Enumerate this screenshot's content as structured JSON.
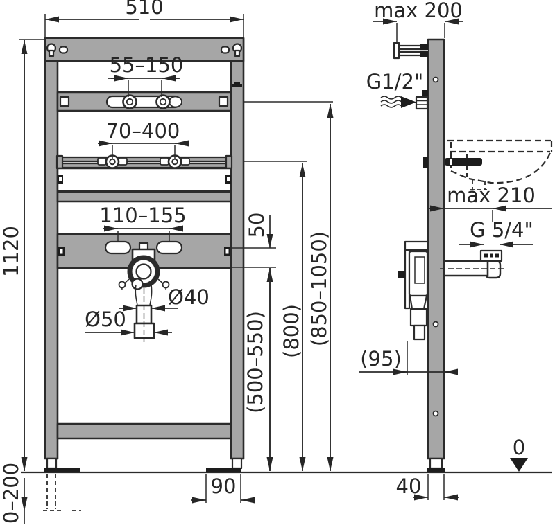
{
  "front_view": {
    "overall_width": "510",
    "faucet_fixing_range": "55–150",
    "mounting_rail_range": "70–400",
    "basin_fixing_range": "110–155",
    "drain_pipe_diameter": "Ø40",
    "drain_socket_diameter": "Ø50",
    "frame_height": "1120",
    "leg_extension_range": "0–200",
    "foot_plate_width": "90",
    "hole_to_drain_offset": "50",
    "drain_outlet_height": "(500–550)",
    "mounting_rail_height": "(800)",
    "top_rail_height": "(850–1050)"
  },
  "side_view": {
    "wall_bracket_max": "max 200",
    "water_inlet_thread": "G1/2\"",
    "basin_depth_max": "max 210",
    "waste_outlet_thread": "G 5/4\"",
    "trap_offset": "(95)",
    "profile_depth": "40",
    "floor_level": "0"
  },
  "colors": {
    "line": "#2b2b2b",
    "metal": "#a6a6a6",
    "background": "#ffffff"
  }
}
